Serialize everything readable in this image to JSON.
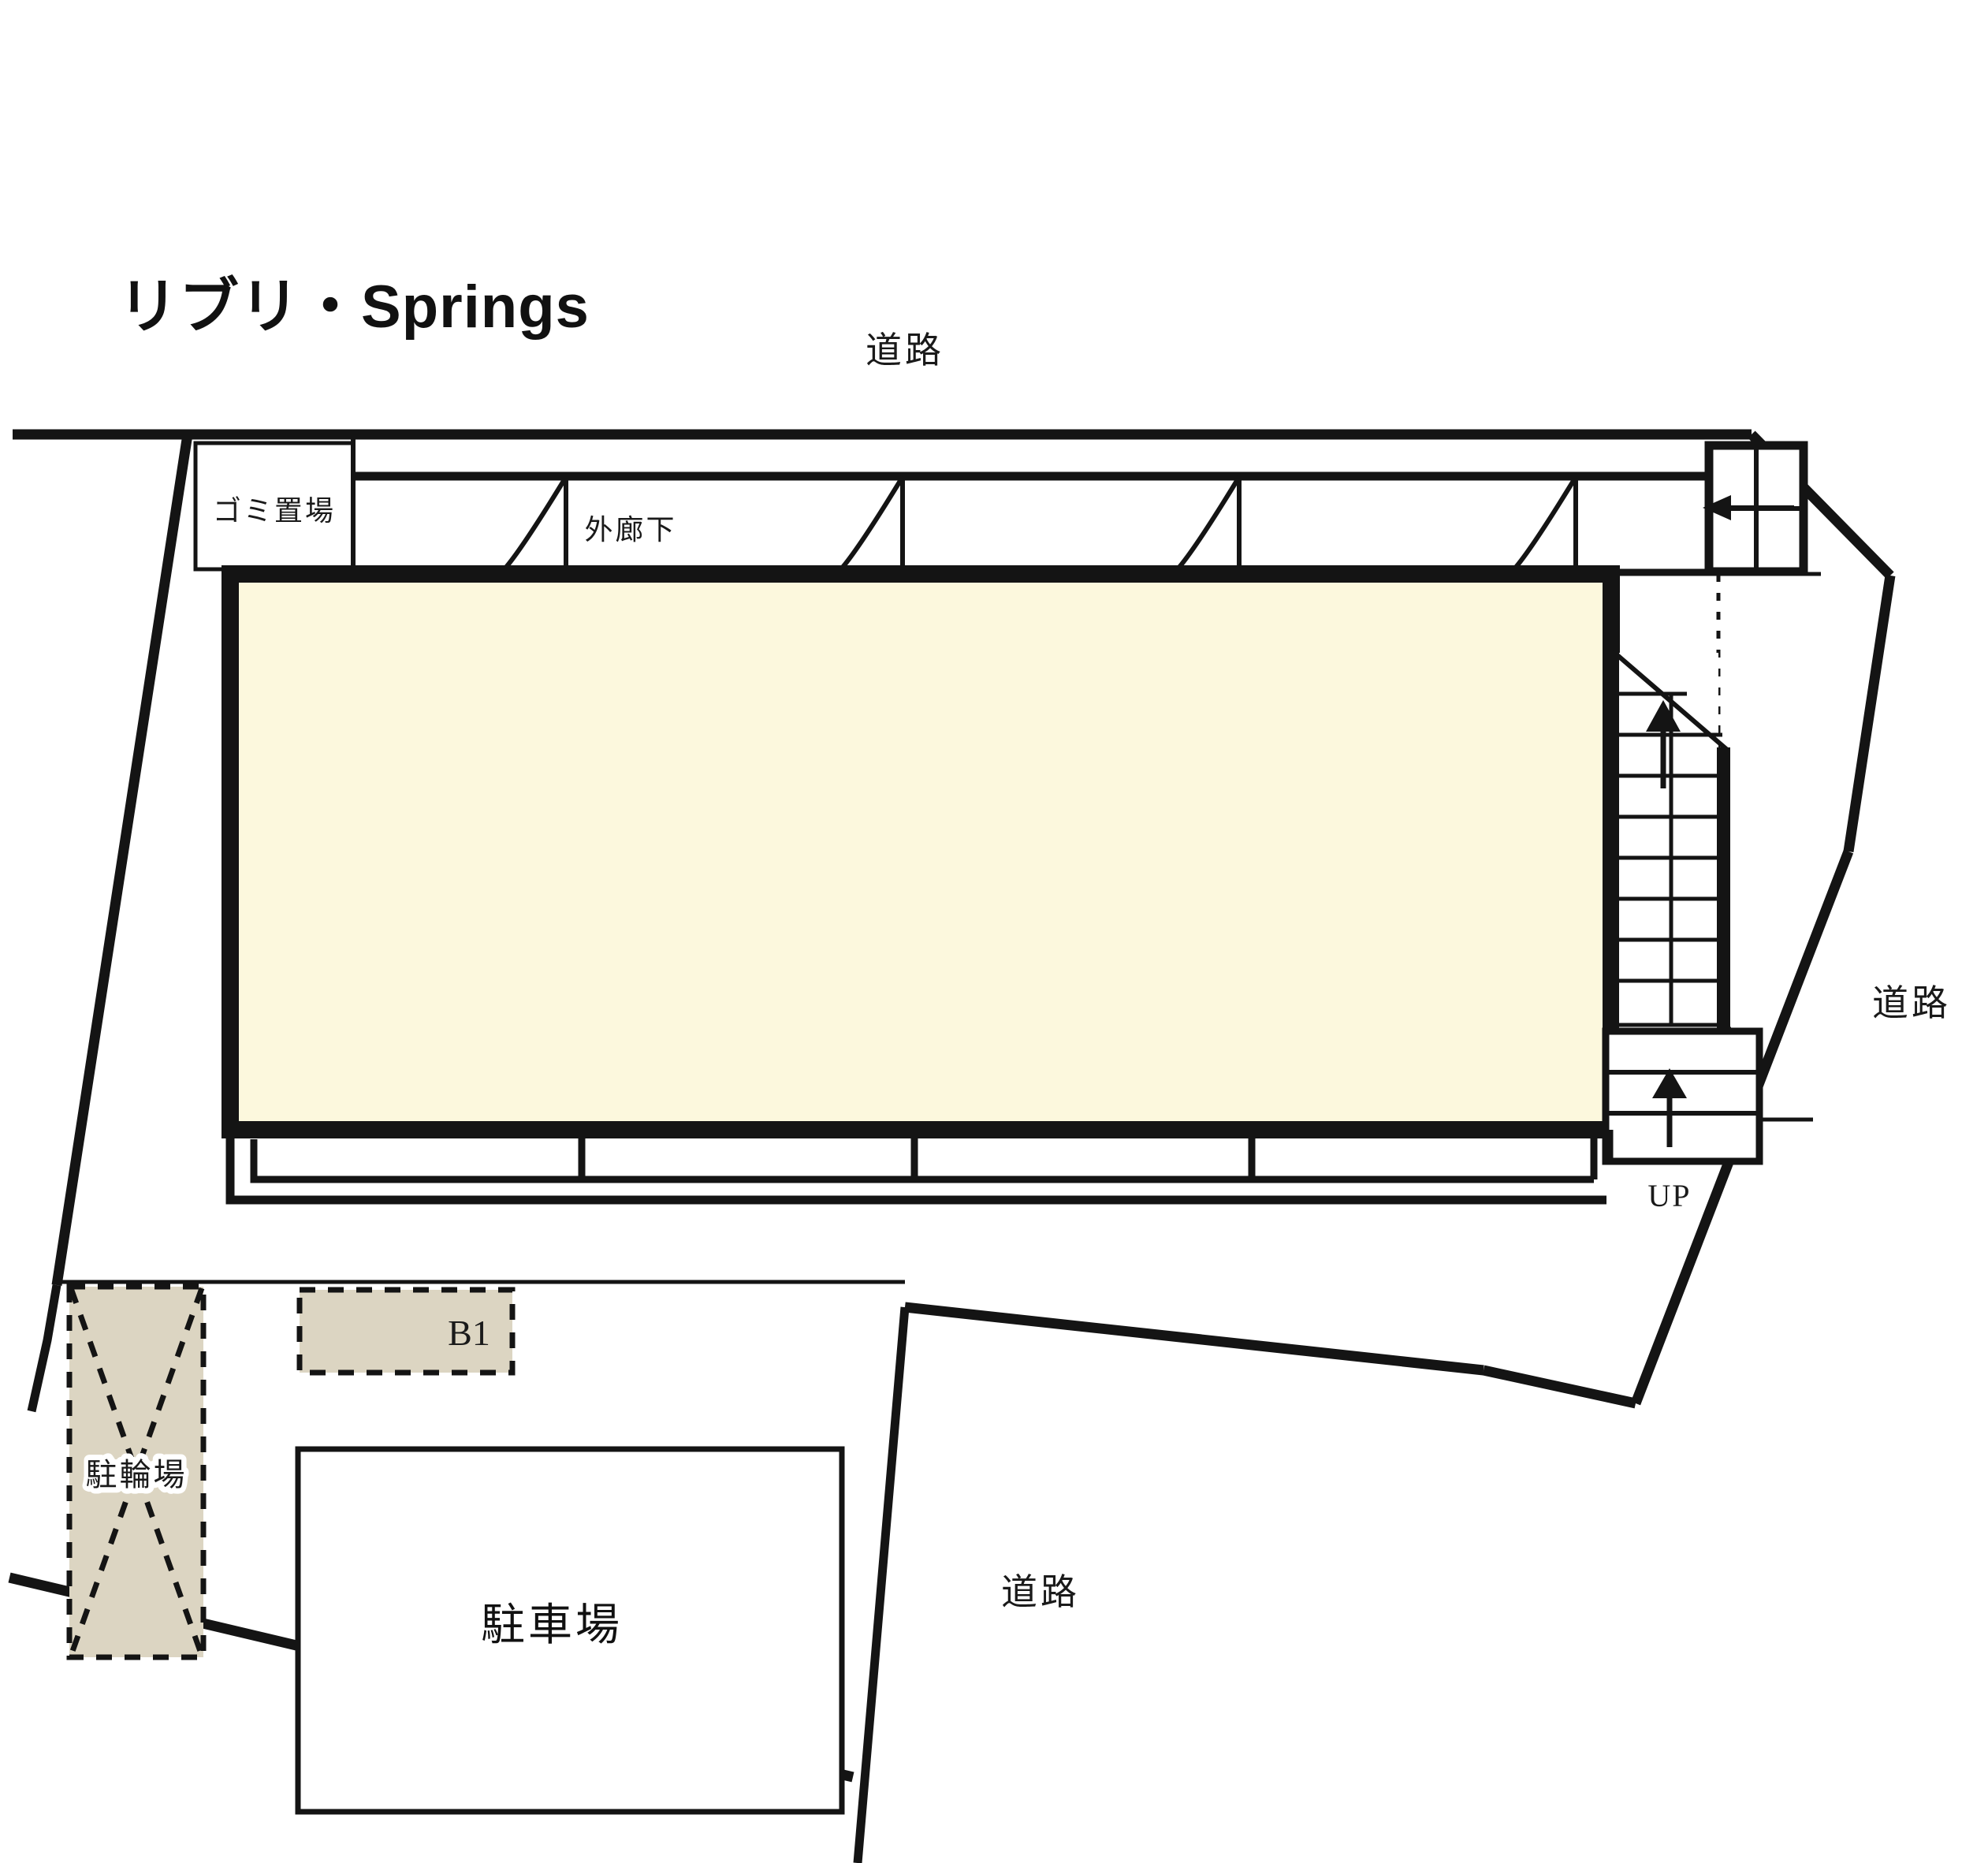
{
  "document": {
    "kind": "site-plan",
    "title": "リブリ・Springs",
    "building_fill": "#FCF8DD",
    "paving_fill": "#DCD5C2",
    "line_color": "#141414",
    "background": "#FFFFFF"
  },
  "title": {
    "text": "リブリ・Springs"
  },
  "roads": {
    "top": {
      "label": "道路"
    },
    "right": {
      "label": "道路"
    },
    "bottom": {
      "label": "道路"
    }
  },
  "building": {
    "corridor_label": "外廊下",
    "unit_doors": [
      {
        "name": "door-1"
      },
      {
        "name": "door-2"
      },
      {
        "name": "door-3"
      },
      {
        "name": "door-4"
      }
    ],
    "balcony_bays": 4
  },
  "facilities": {
    "trash": {
      "label": "ゴミ置場"
    },
    "bicycle_parking": {
      "label": "駐輪場"
    },
    "car_park": {
      "label": "駐車場"
    },
    "stall_b1": {
      "label": "B1"
    }
  },
  "stairs": {
    "up_label": "UP",
    "direction_up": "▲",
    "direction_landing": "◀"
  }
}
